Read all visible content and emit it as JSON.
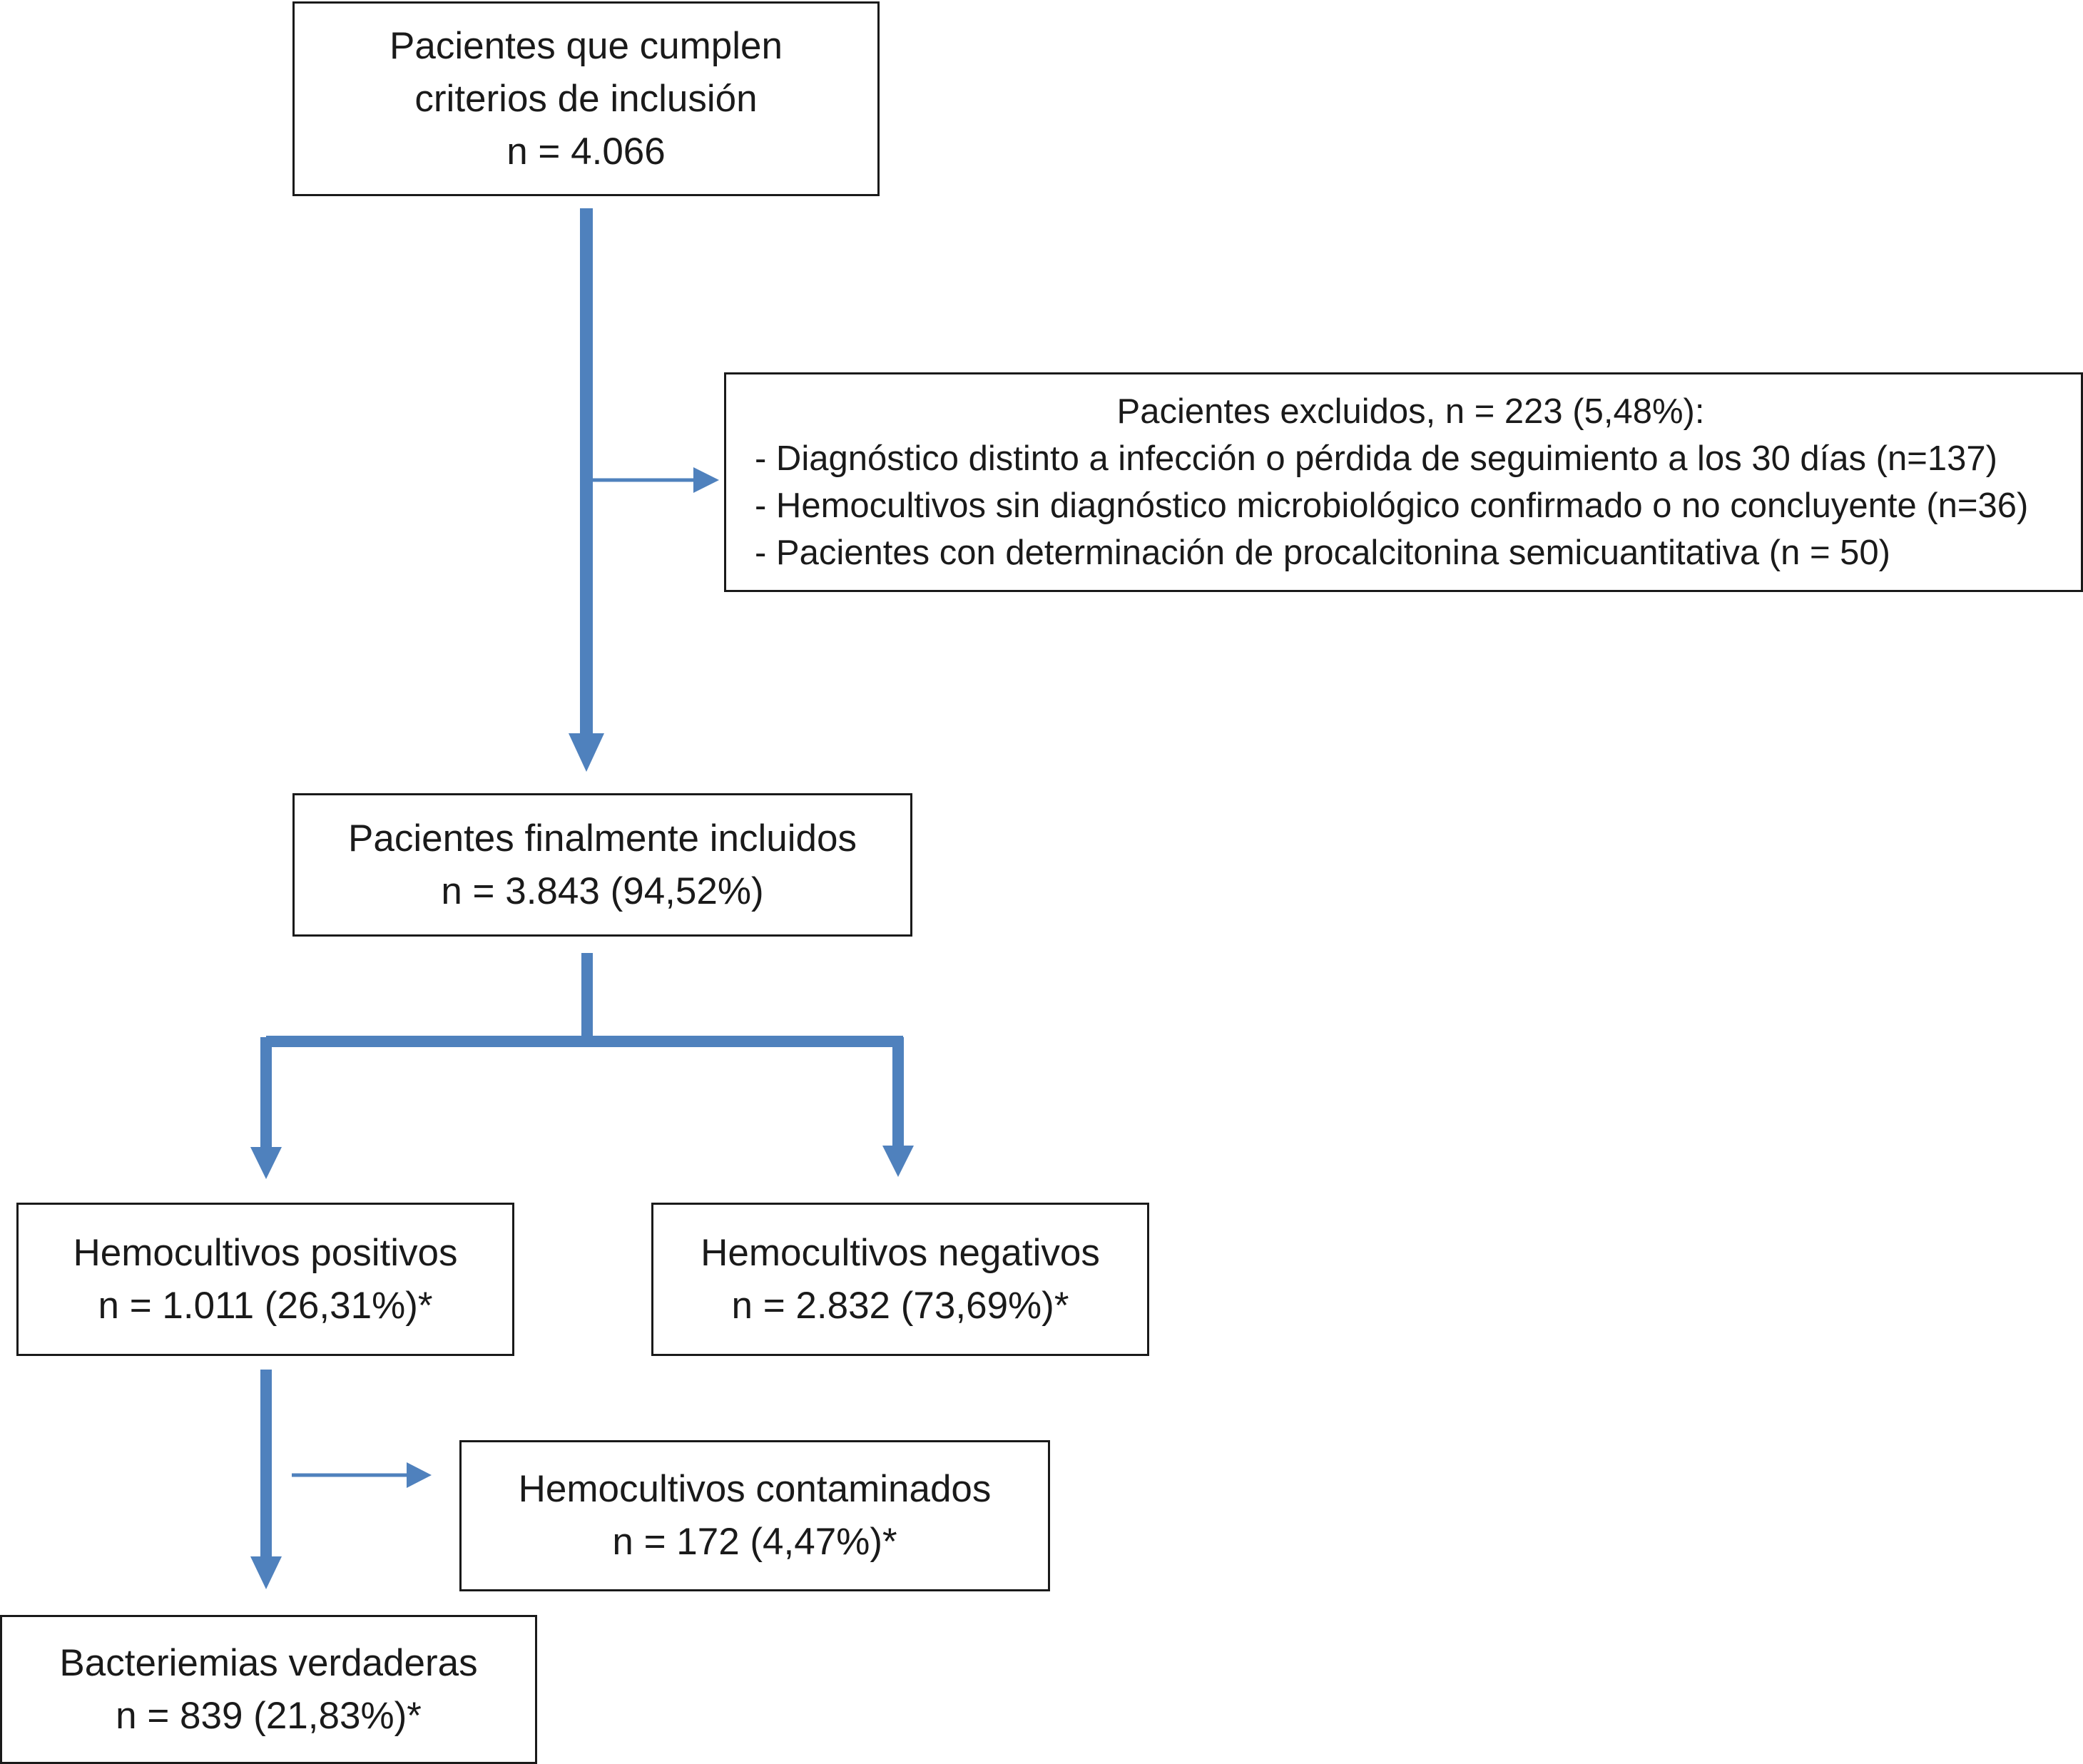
{
  "boxes": {
    "inclusion": {
      "lines": [
        "Pacientes que cumplen",
        "criterios de inclusión",
        "n = 4.066"
      ]
    },
    "excluded": {
      "heading": "Pacientes excluidos, n = 223 (5,48%):",
      "items": [
        "- Diagnóstico distinto a infección o pérdida de seguimiento a los 30 días (n=137)",
        "- Hemocultivos sin diagnóstico microbiológico confirmado o no concluyente (n=36)",
        "- Pacientes con determinación de procalcitonina semicuantitativa (n = 50)"
      ]
    },
    "final": {
      "lines": [
        "Pacientes finalmente incluidos",
        "n = 3.843 (94,52%)"
      ]
    },
    "positive": {
      "lines": [
        "Hemocultivos positivos",
        "n = 1.011 (26,31%)*"
      ]
    },
    "negative": {
      "lines": [
        "Hemocultivos negativos",
        "n = 2.832 (73,69%)*"
      ]
    },
    "contaminated": {
      "lines": [
        "Hemocultivos contaminados",
        "n = 172 (4,47%)*"
      ]
    },
    "true_bacteremia": {
      "lines": [
        "Bacteriemias verdaderas",
        "n = 839 (21,83%)*"
      ]
    }
  },
  "colors": {
    "arrow": "#4f81bd",
    "box_border": "#1a1a1a",
    "text": "#1a1a1a"
  }
}
